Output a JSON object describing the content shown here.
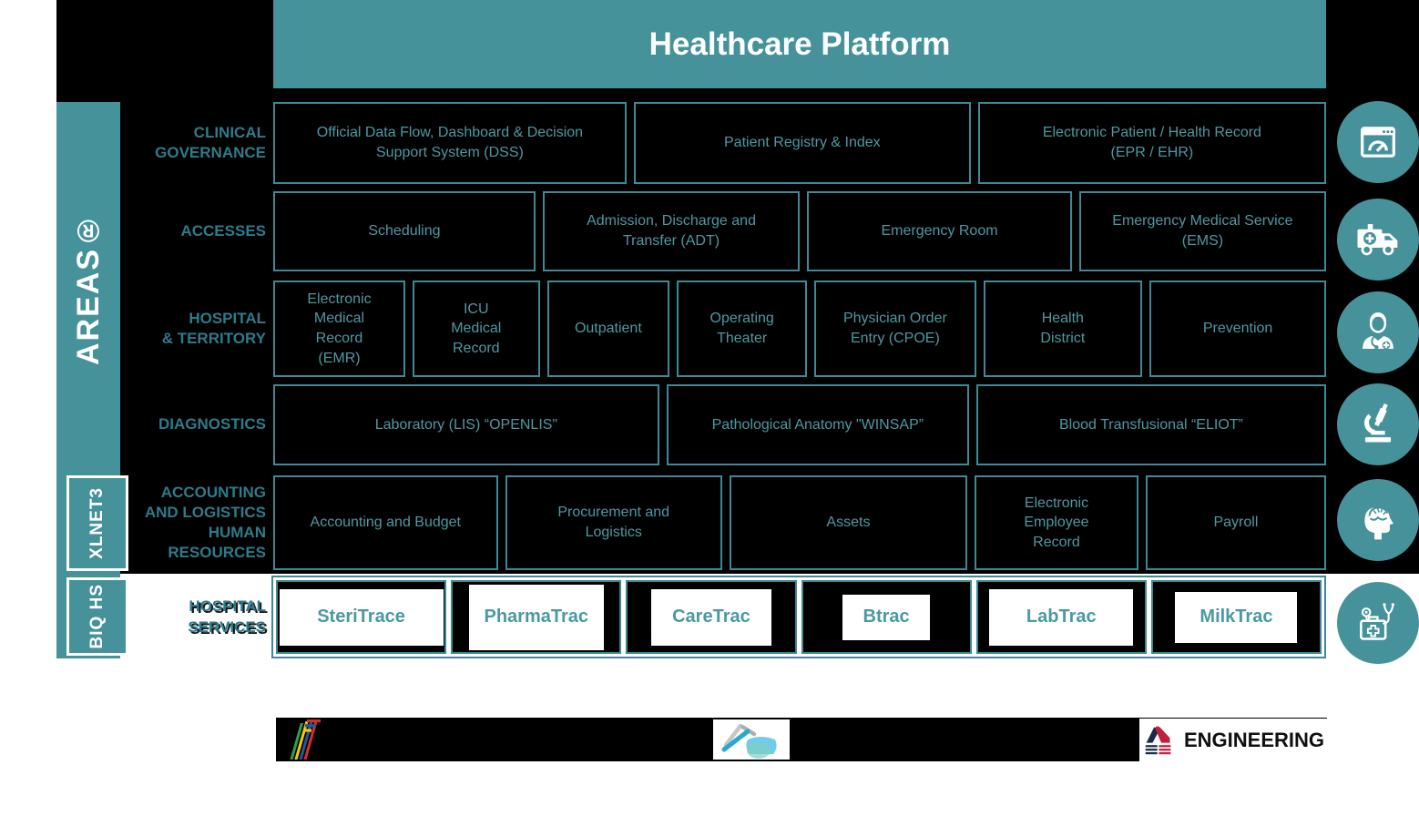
{
  "page": {
    "title": "Healthcare Platform",
    "background": "#000000"
  },
  "sidebar": {
    "areas": "AREAS®",
    "xlnet3": "XLNET3",
    "biqhs": "BIQ HS"
  },
  "rows": [
    {
      "label": "CLINICAL\nGOVERNANCE",
      "icon": "dashboard-gauge-icon",
      "boxes": [
        "Official Data Flow, Dashboard & Decision\nSupport System (DSS)",
        "Patient Registry & Index",
        "Electronic Patient / Health Record\n(EPR / EHR)"
      ]
    },
    {
      "label": "ACCESSES",
      "icon": "ambulance-icon",
      "boxes": [
        "Scheduling",
        "Admission, Discharge and\nTransfer (ADT)",
        "Emergency Room",
        "Emergency Medical Service\n(EMS)"
      ]
    },
    {
      "label": "HOSPITAL\n& TERRITORY",
      "icon": "doctor-icon",
      "boxes": [
        "Electronic\nMedical\nRecord\n(EMR)",
        "ICU\nMedical\nRecord",
        "Outpatient",
        "Operating\nTheater",
        "Physician Order\nEntry (CPOE)",
        "Health\nDistrict",
        "Prevention"
      ]
    },
    {
      "label": "DIAGNOSTICS",
      "icon": "microscope-icon",
      "boxes": [
        "Laboratory (LIS) “OPENLIS\"",
        "Pathological Anatomy \"WINSAP”",
        "Blood Transfusional “ELIOT”"
      ]
    },
    {
      "label": "ACCOUNTING\nAND LOGISTICS\nHUMAN\nRESOURCES",
      "icon": "brain-head-icon",
      "boxes": [
        "Accounting and Budget",
        "Procurement and\nLogistics",
        "Assets",
        "Electronic\nEmployee\nRecord",
        "Payroll"
      ]
    },
    {
      "label": "HOSPITAL\nSERVICES",
      "icon": "medical-bag-icon",
      "boxes": [
        "SteriTrace",
        "PharmaTrac",
        "CareTrac",
        "Btrac",
        "LabTrac",
        "MilkTrac"
      ]
    }
  ],
  "footer": {
    "engineering_label": "ENGINEERING"
  },
  "colors": {
    "teal": "#46929a",
    "box_border": "#3d8995",
    "box_text": "#4e98a2",
    "row_label_text": "#2d7b8b",
    "product_text": "#4a99a3",
    "header_text": "#ffffff",
    "engineering_navy": "#1b2a4a",
    "engineering_red": "#c0203e"
  }
}
